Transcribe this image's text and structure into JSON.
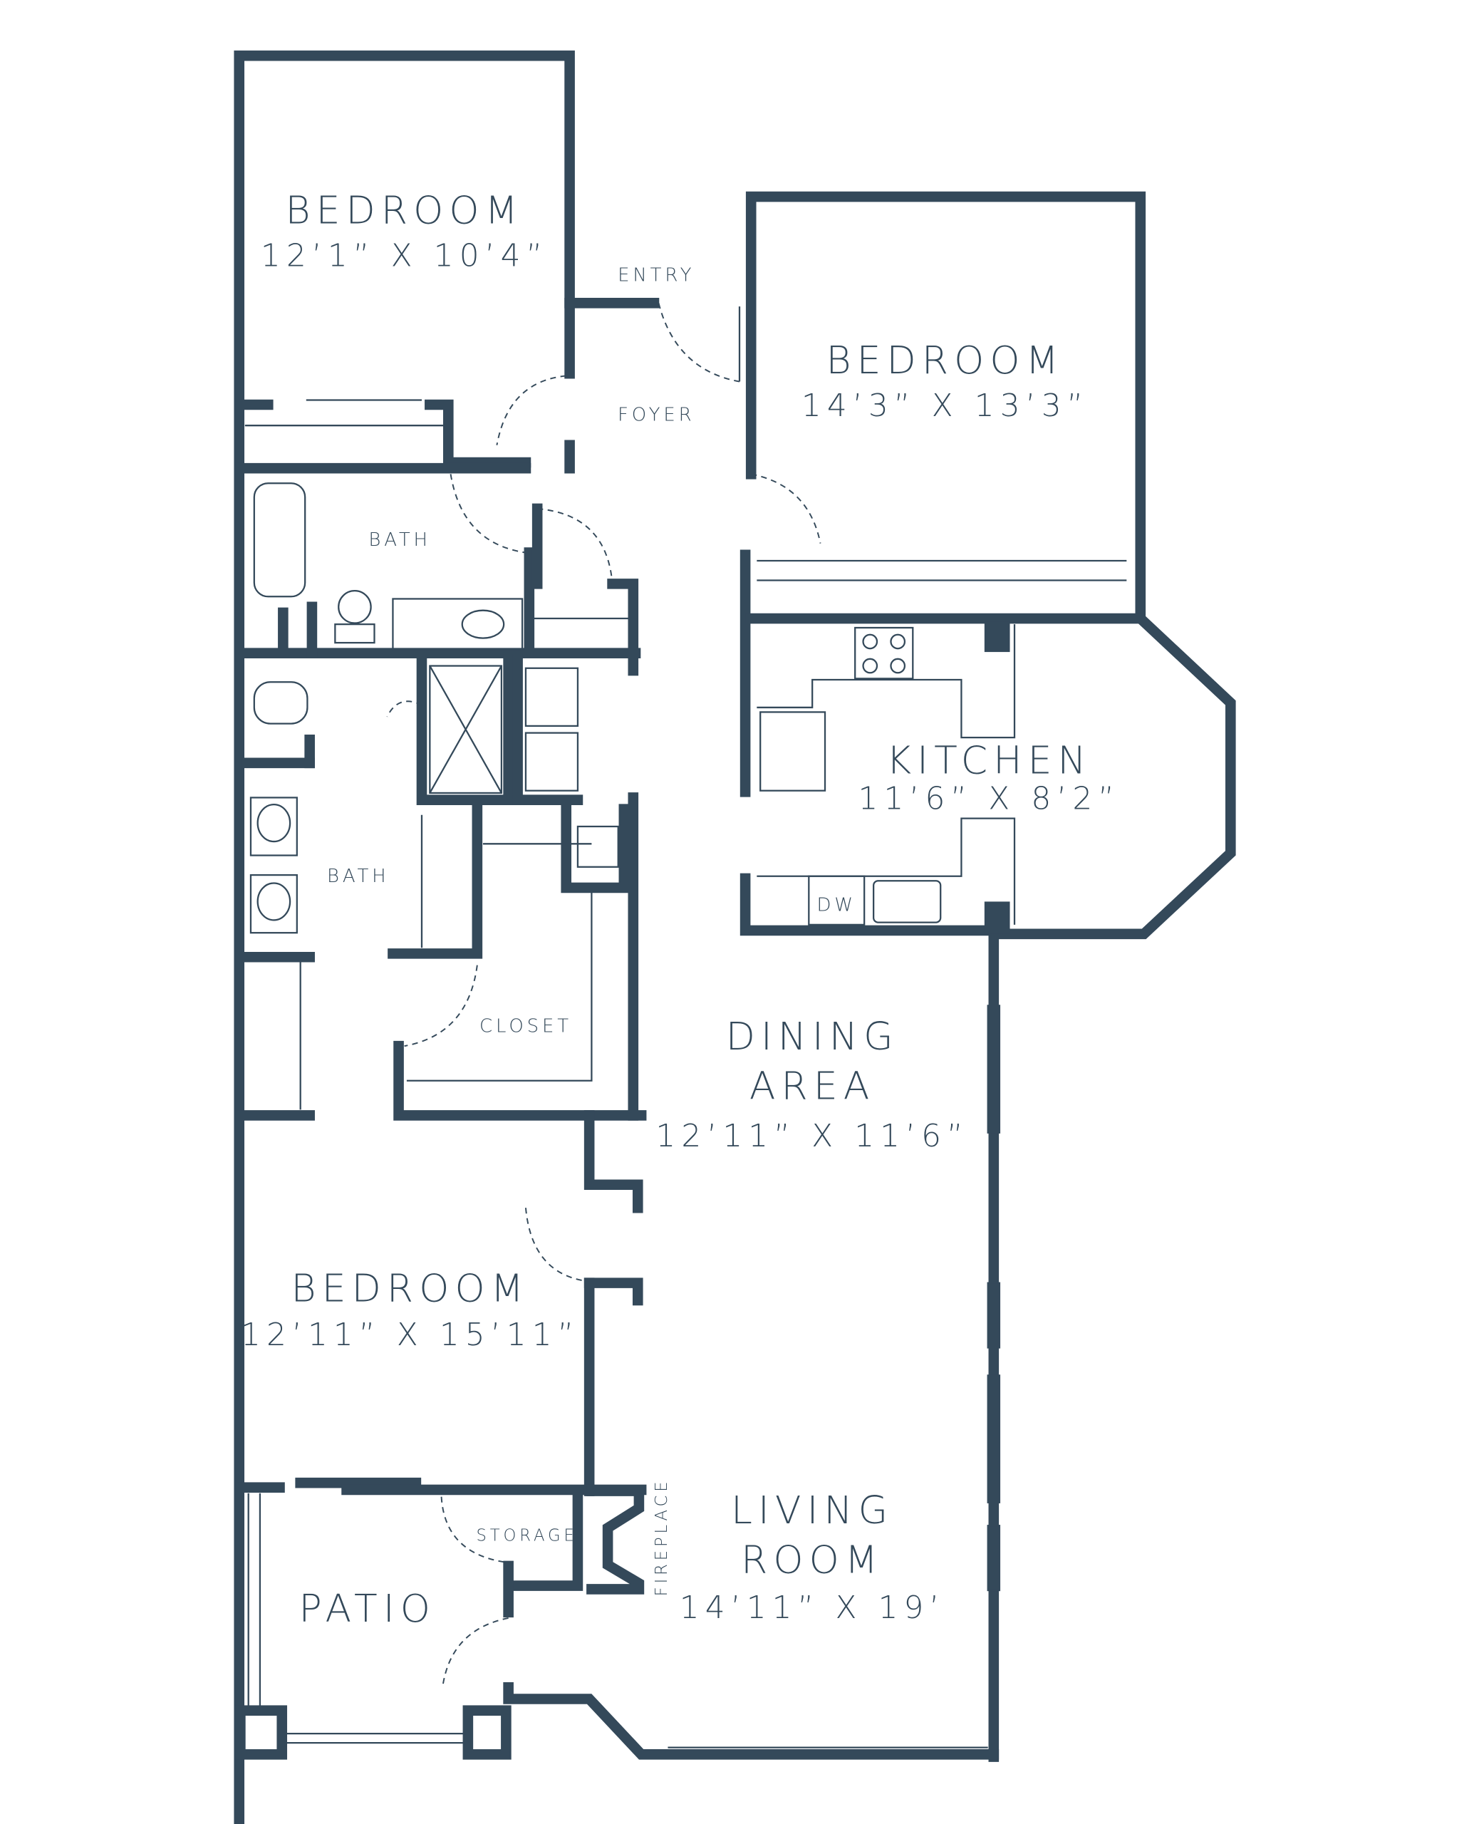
{
  "colors": {
    "wall": "#34495a",
    "background": "#ffffff"
  },
  "rooms": {
    "bedroom_1": {
      "name": "BEDROOM",
      "size": "12’1” X 10’4”"
    },
    "bedroom_2": {
      "name": "BEDROOM",
      "size": "14’3” X 13’3”"
    },
    "bedroom_3": {
      "name": "BEDROOM",
      "size": "12’11” X 15’11”"
    },
    "kitchen": {
      "name": "KITCHEN",
      "size": "11’6” X 8’2”"
    },
    "dining": {
      "name_line1": "DINING",
      "name_line2": "AREA",
      "size": "12’11” X 11’6”"
    },
    "living": {
      "name_line1": "LIVING",
      "name_line2": "ROOM",
      "size": "14’11” X 19’"
    },
    "entry": "ENTRY",
    "foyer": "FOYER",
    "bath_1": "BATH",
    "bath_2": "BATH",
    "closet": "CLOSET",
    "storage": "STORAGE",
    "fireplace": "FIREPLACE",
    "patio": "PATIO",
    "dishwasher": "DW"
  }
}
